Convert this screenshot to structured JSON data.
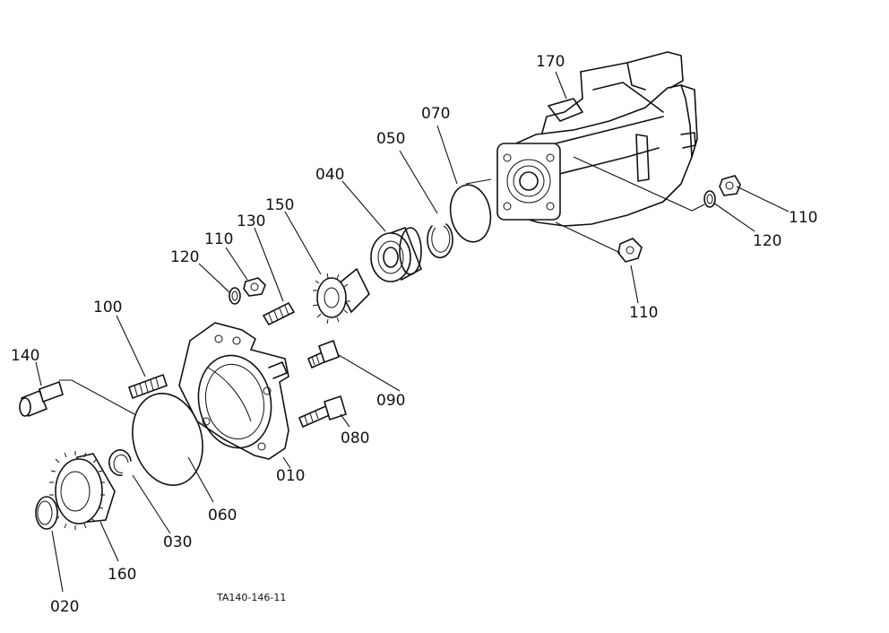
{
  "drawing_ref": "TA140-146-11",
  "callouts": {
    "p010": "010",
    "p020": "020",
    "p030": "030",
    "p040": "040",
    "p050": "050",
    "p060": "060",
    "p070": "070",
    "p080": "080",
    "p090": "090",
    "p100": "100",
    "p110a": "110",
    "p110b": "110",
    "p110c": "110",
    "p120a": "120",
    "p120b": "120",
    "p130": "130",
    "p140": "140",
    "p150": "150",
    "p160": "160",
    "p170": "170"
  },
  "colors": {
    "line": "#111111",
    "background": "#ffffff"
  }
}
